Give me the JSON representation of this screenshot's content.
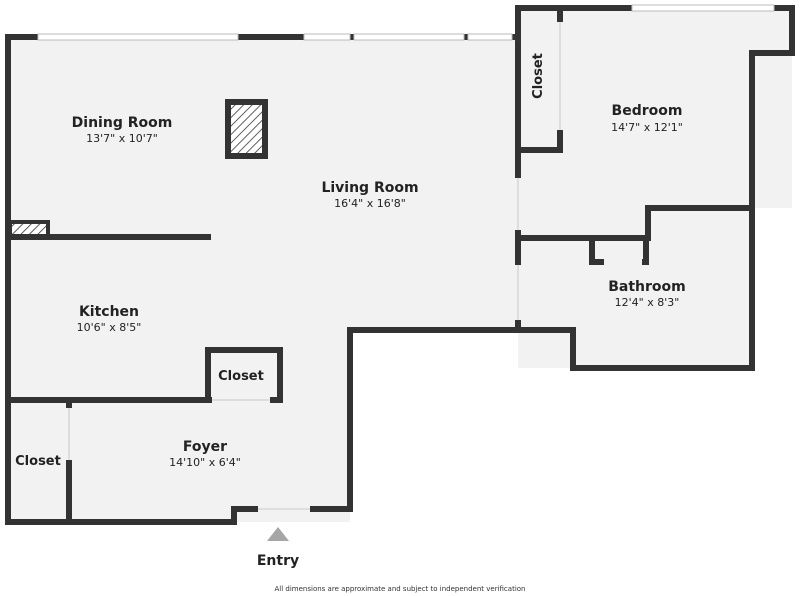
{
  "rooms": {
    "dining": {
      "name": "Dining Room",
      "dims": "13'7\" x 10'7\""
    },
    "living": {
      "name": "Living Room",
      "dims": "16'4\" x 16'8\""
    },
    "bedroom": {
      "name": "Bedroom",
      "dims": "14'7\" x 12'1\""
    },
    "bathroom": {
      "name": "Bathroom",
      "dims": "12'4\" x 8'3\""
    },
    "kitchen": {
      "name": "Kitchen",
      "dims": "10'6\" x 8'5\""
    },
    "foyer": {
      "name": "Foyer",
      "dims": "14'10\" x 6'4\""
    },
    "closet_bedroom": {
      "name": "Closet"
    },
    "closet_center": {
      "name": "Closet"
    },
    "closet_left": {
      "name": "Closet"
    }
  },
  "entry": {
    "label": "Entry"
  },
  "disclaimer": "All dimensions are approximate and subject to independent verification",
  "colors": {
    "floor": "#f2f2f2",
    "wall": "#333333",
    "window": "#ffffff",
    "entry_arrow": "#a6a6a6"
  }
}
